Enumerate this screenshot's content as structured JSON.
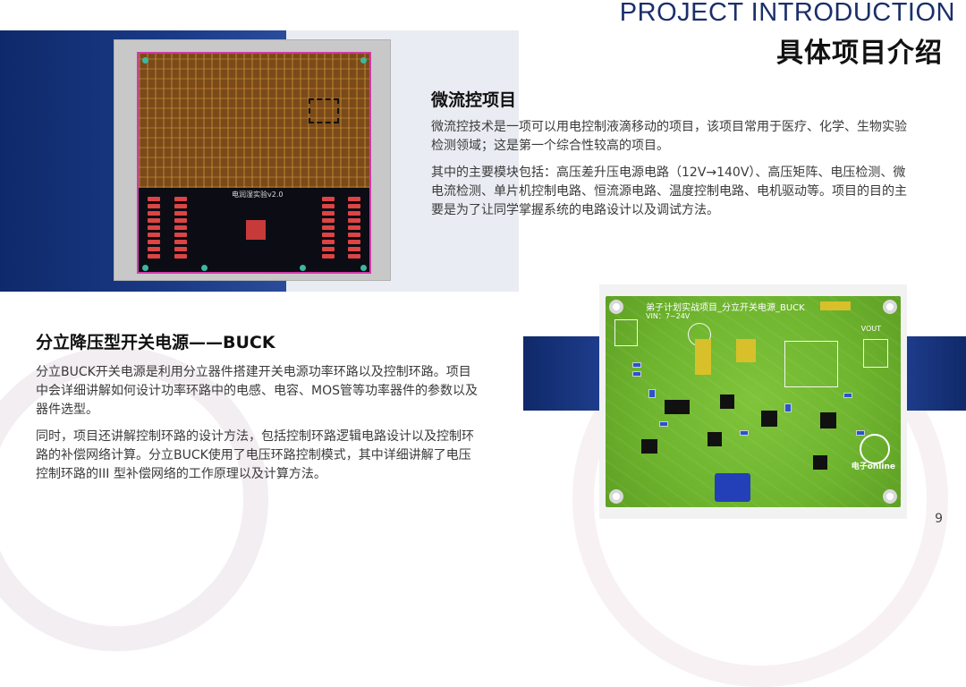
{
  "header": {
    "title_en": "PROJECT INTRODUCTION",
    "title_cn": "具体项目介绍"
  },
  "section1": {
    "title": "微流控项目",
    "paragraphs": [
      "微流控技术是一项可以用电控制液滴移动的项目，该项目常用于医疗、化学、生物实验检测领域；这是第一个综合性较高的项目。",
      "其中的主要模块包括：高压差升压电源电路（12V→140V）、高压矩阵、电压检测、微电流检测、单片机控制电路、恒流源电路、温度控制电路、电机驱动等。项目的目的主要是为了让同学掌握系统的电路设计以及调试方法。"
    ]
  },
  "section2": {
    "title": "分立降压型开关电源——BUCK",
    "paragraphs": [
      "分立BUCK开关电源是利用分立器件搭建开关电源功率环路以及控制环路。项目中会详细讲解如何设计功率环路中的电感、电容、MOS管等功率器件的参数以及器件选型。",
      "同时，项目还讲解控制环路的设计方法，包括控制环路逻辑电路设计以及控制环路的补偿网络计算。分立BUCK使用了电压环路控制模式，其中详细讲解了电压控制环路的III 型补偿网络的工作原理以及计算方法。"
    ]
  },
  "pcb1": {
    "label": "电润湿实验v2.0"
  },
  "pcb2": {
    "title": "弟子计划实战项目_分立开关电源_BUCK",
    "vin": "VIN：7~24V",
    "vout": "VOUT",
    "brand": "电子online"
  },
  "footer": {
    "page_number": "9"
  },
  "colors": {
    "navy": "#1a3a86",
    "title_en": "#1a2f6b",
    "pcb_green": "#6eb42e"
  }
}
